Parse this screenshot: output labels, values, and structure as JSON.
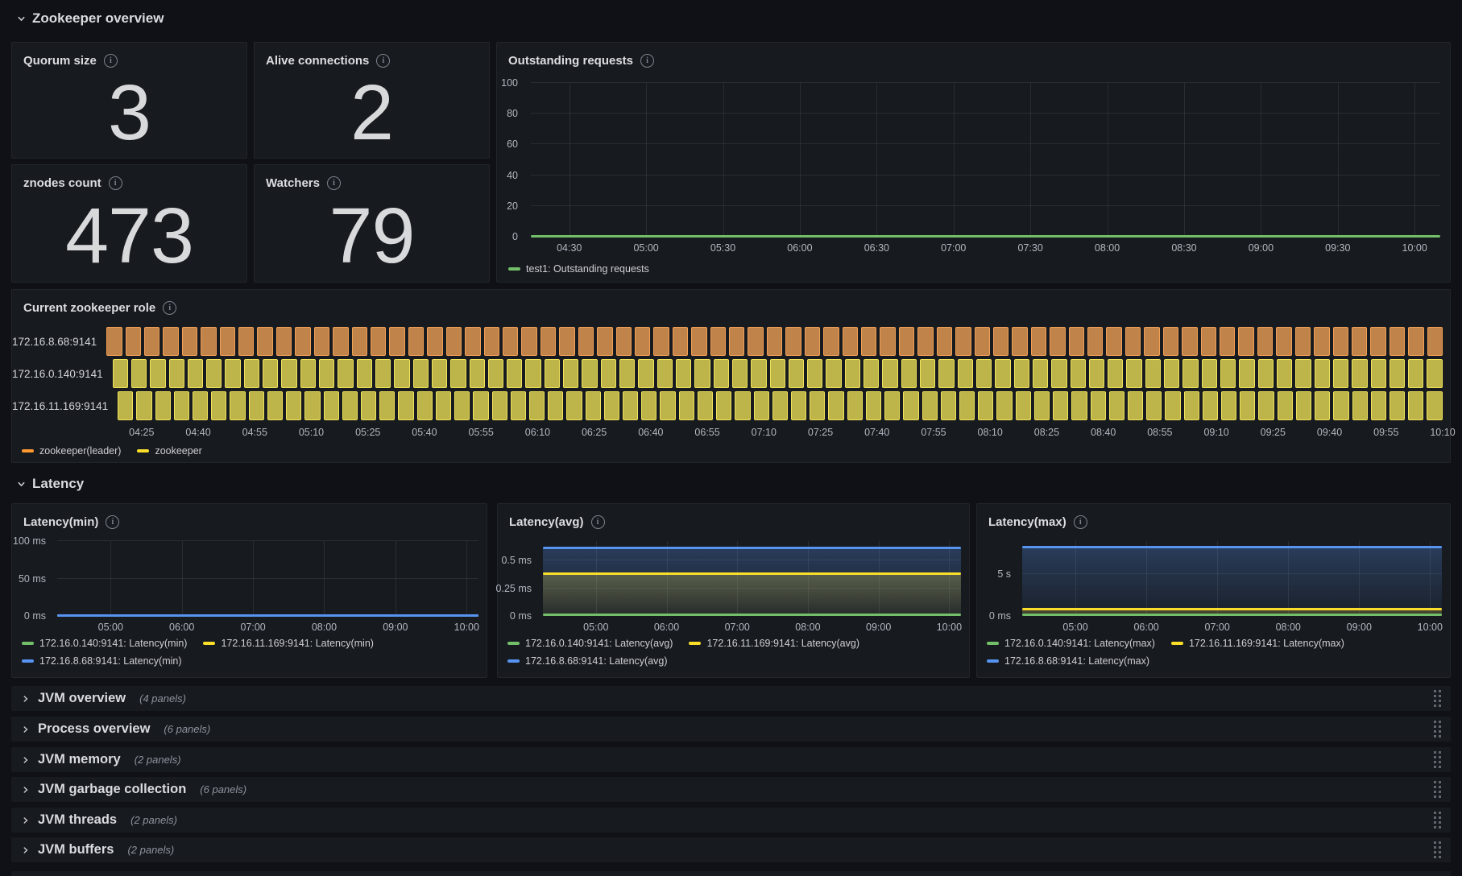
{
  "sections": {
    "zookeeper_overview": "Zookeeper overview",
    "latency": "Latency"
  },
  "stats": [
    {
      "title": "Quorum size",
      "value": "3"
    },
    {
      "title": "Alive connections",
      "value": "2"
    },
    {
      "title": "znodes count",
      "value": "473"
    },
    {
      "title": "Watchers",
      "value": "79"
    }
  ],
  "colors": {
    "green": "#73BF69",
    "yellow": "#FADE2A",
    "blue": "#5794F2",
    "orange": "#FF9830"
  },
  "chart_data": [
    {
      "key": "outstanding",
      "type": "line",
      "title": "Outstanding requests",
      "ylim": [
        0,
        100
      ],
      "y_ticks": [
        {
          "v": 0,
          "l": "0"
        },
        {
          "v": 20,
          "l": "20"
        },
        {
          "v": 40,
          "l": "40"
        },
        {
          "v": 60,
          "l": "60"
        },
        {
          "v": 80,
          "l": "80"
        },
        {
          "v": 100,
          "l": "100"
        }
      ],
      "x_range": [
        "04:15",
        "10:10"
      ],
      "x_ticks": [
        "04:30",
        "05:00",
        "05:30",
        "06:00",
        "06:30",
        "07:00",
        "07:30",
        "08:00",
        "08:30",
        "09:00",
        "09:30",
        "10:00"
      ],
      "series": [
        {
          "name": "test1: Outstanding requests",
          "color": "#73BF69",
          "value": 0
        }
      ]
    },
    {
      "key": "role",
      "type": "state-timeline",
      "title": "Current zookeeper role",
      "num_bars": 71,
      "rows": [
        {
          "label": "172.16.8.68:9141",
          "state": "zookeeper(leader)"
        },
        {
          "label": "172.16.0.140:9141",
          "state": "zookeeper"
        },
        {
          "label": "172.16.11.169:9141",
          "state": "zookeeper"
        }
      ],
      "states": {
        "zookeeper(leader)": {
          "fill": "#C0834A",
          "border": "#F2A055"
        },
        "zookeeper": {
          "fill": "#BDB44A",
          "border": "#F0E35A"
        }
      },
      "x_range": [
        "04:15",
        "10:10"
      ],
      "x_ticks": [
        "04:25",
        "04:40",
        "04:55",
        "05:10",
        "05:25",
        "05:40",
        "05:55",
        "06:10",
        "06:25",
        "06:40",
        "06:55",
        "07:10",
        "07:25",
        "07:40",
        "07:55",
        "08:10",
        "08:25",
        "08:40",
        "08:55",
        "09:10",
        "09:25",
        "09:40",
        "09:55",
        "10:10"
      ],
      "legend": [
        {
          "label": "zookeeper(leader)",
          "color": "#FF9830"
        },
        {
          "label": "zookeeper",
          "color": "#FADE2A"
        }
      ]
    },
    {
      "key": "latency_min",
      "type": "line",
      "title": "Latency(min)",
      "ylim": [
        0,
        100
      ],
      "y_ticks": [
        {
          "v": 0,
          "l": "0 ms"
        },
        {
          "v": 50,
          "l": "50 ms"
        },
        {
          "v": 100,
          "l": "100 ms"
        }
      ],
      "x_range": [
        "04:15",
        "10:10"
      ],
      "x_ticks": [
        "05:00",
        "06:00",
        "07:00",
        "08:00",
        "09:00",
        "10:00"
      ],
      "series": [
        {
          "name": "172.16.0.140:9141: Latency(min)",
          "color": "#73BF69",
          "value": 0
        },
        {
          "name": "172.16.11.169:9141: Latency(min)",
          "color": "#FADE2A",
          "value": 0
        },
        {
          "name": "172.16.8.68:9141: Latency(min)",
          "color": "#5794F2",
          "value": 0
        }
      ]
    },
    {
      "key": "latency_avg",
      "type": "line",
      "title": "Latency(avg)",
      "ylim": [
        0,
        0.675
      ],
      "y_ticks": [
        {
          "v": 0,
          "l": "0 ms"
        },
        {
          "v": 0.25,
          "l": "0.25 ms"
        },
        {
          "v": 0.5,
          "l": "0.5 ms"
        }
      ],
      "x_range": [
        "04:15",
        "10:10"
      ],
      "x_ticks": [
        "05:00",
        "06:00",
        "07:00",
        "08:00",
        "09:00",
        "10:00"
      ],
      "series": [
        {
          "name": "172.16.0.140:9141: Latency(avg)",
          "color": "#73BF69",
          "value": 0.005
        },
        {
          "name": "172.16.11.169:9141: Latency(avg)",
          "color": "#FADE2A",
          "value": 0.38,
          "fill": "250,222,42"
        },
        {
          "name": "172.16.8.68:9141: Latency(avg)",
          "color": "#5794F2",
          "value": 0.61,
          "fill": "87,148,242"
        }
      ]
    },
    {
      "key": "latency_max",
      "type": "line",
      "title": "Latency(max)",
      "ylim": [
        0,
        8.9
      ],
      "y_ticks": [
        {
          "v": 0,
          "l": "0 ms"
        },
        {
          "v": 5,
          "l": "5 s"
        }
      ],
      "x_range": [
        "04:15",
        "10:10"
      ],
      "x_ticks": [
        "05:00",
        "06:00",
        "07:00",
        "08:00",
        "09:00",
        "10:00"
      ],
      "series": [
        {
          "name": "172.16.0.140:9141: Latency(max)",
          "color": "#73BF69",
          "value": 0.12
        },
        {
          "name": "172.16.11.169:9141: Latency(max)",
          "color": "#FADE2A",
          "value": 0.75,
          "fill": "250,222,42"
        },
        {
          "name": "172.16.8.68:9141: Latency(max)",
          "color": "#5794F2",
          "value": 8.1,
          "fill": "87,148,242"
        }
      ]
    }
  ],
  "collapsed_rows": [
    {
      "title": "JVM overview",
      "count": "(4 panels)"
    },
    {
      "title": "Process overview",
      "count": "(6 panels)"
    },
    {
      "title": "JVM memory",
      "count": "(2 panels)"
    },
    {
      "title": "JVM garbage collection",
      "count": "(6 panels)"
    },
    {
      "title": "JVM threads",
      "count": "(2 panels)"
    },
    {
      "title": "JVM buffers",
      "count": "(2 panels)"
    }
  ]
}
